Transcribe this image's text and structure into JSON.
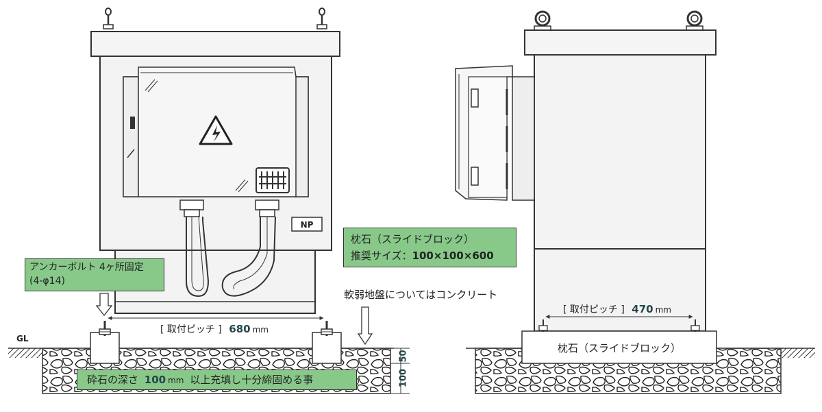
{
  "ground_label": "GL",
  "anchor_box": {
    "line1": "アンカーボルト 4ヶ所固定",
    "line2": "(4-φ14)"
  },
  "sleeper_box": {
    "line1": "枕石（スライドブロック）",
    "line2_prefix": "推奨サイズ：",
    "line2_value": "100×100×600"
  },
  "soft_ground_note": "軟弱地盤についてはコンクリート",
  "front_pitch": {
    "label": "[ 取付ピッチ ]",
    "value": "680",
    "unit": "mm"
  },
  "side_pitch": {
    "label": "[ 取付ピッチ ]",
    "value": "470",
    "unit": "mm"
  },
  "gravel_note": {
    "prefix": "砕石の深さ",
    "value": "100",
    "unit": "mm",
    "suffix": "以上充填し十分締固める事"
  },
  "depth_dims": [
    "50",
    "100"
  ],
  "nameplate": "NP",
  "side_block_label": "枕石（スライドブロック）",
  "colors": {
    "label_green": "#88c98a",
    "value_teal": "#24474a",
    "line": "#333333"
  },
  "icons": [
    "high-voltage-warning-icon",
    "lifting-eye-bolt-icon",
    "arrow-down-icon"
  ]
}
